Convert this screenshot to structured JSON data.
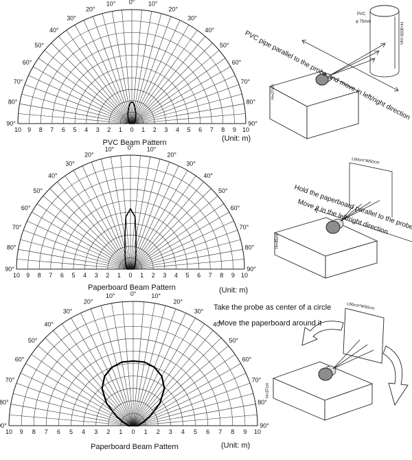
{
  "panels": [
    {
      "title": "PVC Beam Pattern",
      "unit": "(Unit: m)",
      "scene": {
        "instruction": "PVC pipe parallel to the probe and move in left/right direction",
        "object_label": "PVC",
        "object_dims": "φ 75mm",
        "object_height": "H=3000 mm",
        "base_height": "H=27cm"
      }
    },
    {
      "title": "Paperboard Beam Pattern",
      "unit": "(Unit: m)",
      "scene": {
        "instruction_line1": "Hold the paperboard parallel to the probe",
        "instruction_line2": "Move it in the left/right direction",
        "board_label": "L60cm*W50cm",
        "base_height": "H=45cm"
      }
    },
    {
      "title": "Paperboard Beam Pattern",
      "unit": "(Unit: m)",
      "scene": {
        "instruction_line1": "Take the probe as center of a circle",
        "instruction_line2": "Move the paperboard around it",
        "board_label": "L60cm*W50cm",
        "base_height": "H=37cm"
      }
    }
  ],
  "polar_grid": {
    "max_range_m": 10,
    "range_step_m": 1,
    "angle_labels_deg": [
      0,
      10,
      20,
      30,
      40,
      50,
      60,
      70,
      80,
      90
    ],
    "distance_tick_labels": [
      "10",
      "9",
      "8",
      "7",
      "6",
      "5",
      "4",
      "3",
      "2",
      "1",
      "0",
      "1",
      "2",
      "3",
      "4",
      "5",
      "6",
      "7",
      "8",
      "9",
      "10"
    ]
  },
  "chart_data": [
    {
      "type": "polar",
      "title": "PVC Beam Pattern",
      "unit": "m",
      "angle_range_deg": [
        -90,
        90
      ],
      "r_range": [
        0,
        10
      ],
      "pattern": {
        "angle_deg": [
          -90,
          -75,
          -60,
          -45,
          -30,
          -20,
          -10,
          -5,
          0,
          5,
          10,
          20,
          30,
          45,
          60,
          75,
          90
        ],
        "range_m": [
          0.2,
          0.2,
          0.3,
          0.4,
          0.7,
          1.0,
          1.5,
          1.8,
          1.9,
          1.8,
          1.5,
          1.0,
          0.7,
          0.4,
          0.3,
          0.2,
          0.2
        ]
      }
    },
    {
      "type": "polar",
      "title": "Paperboard Beam Pattern",
      "unit": "m",
      "angle_range_deg": [
        -90,
        90
      ],
      "r_range": [
        0,
        10
      ],
      "pattern": {
        "angle_deg": [
          -90,
          -75,
          -60,
          -45,
          -30,
          -20,
          -10,
          -5,
          0,
          5,
          10,
          20,
          30,
          45,
          60,
          75,
          90
        ],
        "range_m": [
          0.3,
          0.3,
          0.4,
          0.6,
          0.9,
          1.4,
          2.8,
          4.6,
          5.3,
          4.6,
          2.8,
          1.4,
          0.9,
          0.6,
          0.4,
          0.3,
          0.3
        ]
      }
    },
    {
      "type": "polar",
      "title": "Paperboard Beam Pattern",
      "unit": "m",
      "angle_range_deg": [
        -90,
        90
      ],
      "r_range": [
        0,
        10
      ],
      "pattern": {
        "angle_deg": [
          -90,
          -80,
          -70,
          -60,
          -50,
          -40,
          -30,
          -20,
          -10,
          0,
          10,
          20,
          30,
          40,
          50,
          60,
          70,
          80,
          90
        ],
        "range_m": [
          0.4,
          0.5,
          0.9,
          1.6,
          2.8,
          3.9,
          4.6,
          5.0,
          5.2,
          5.2,
          5.2,
          5.0,
          4.6,
          3.9,
          2.8,
          1.6,
          0.9,
          0.5,
          0.4
        ]
      }
    }
  ]
}
